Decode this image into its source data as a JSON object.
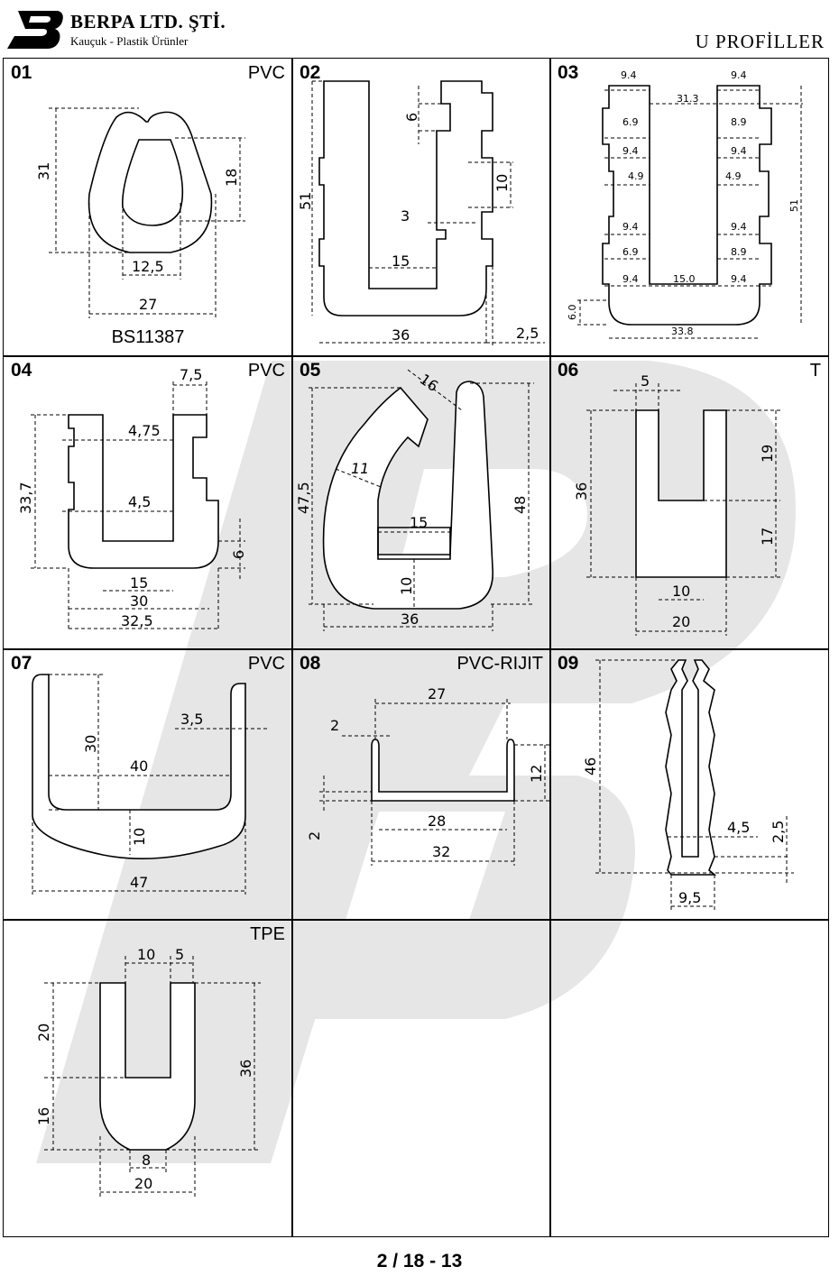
{
  "header": {
    "company": "BERPA LTD. ŞTİ.",
    "tagline": "Kauçuk - Plastik Ürünler",
    "title": "U PROFİLLER"
  },
  "profiles": [
    {
      "num": "01",
      "material": "PVC",
      "code": "BS11387",
      "dims": [
        "31",
        "18",
        "12,5",
        "27"
      ]
    },
    {
      "num": "02",
      "material": "",
      "dims": [
        "6",
        "10",
        "51",
        "3",
        "15",
        "36",
        "2,5"
      ]
    },
    {
      "num": "03",
      "material": "",
      "dims": [
        "9.4",
        "9.4",
        "31.3",
        "6.9",
        "8.9",
        "9.4",
        "9.4",
        "4.9",
        "4.9",
        "51",
        "9.4",
        "9.4",
        "6.9",
        "8.9",
        "9.4",
        "15.0",
        "9.4",
        "6.0",
        "33.8"
      ]
    },
    {
      "num": "04",
      "material": "PVC",
      "dims": [
        "7,5",
        "4,75",
        "33,7",
        "4,5",
        "6",
        "15",
        "30",
        "32,5"
      ]
    },
    {
      "num": "05",
      "material": "",
      "dims": [
        "16",
        "11",
        "47,5",
        "48",
        "15",
        "10",
        "36"
      ]
    },
    {
      "num": "06",
      "material": "T",
      "dims": [
        "5",
        "19",
        "36",
        "17",
        "10",
        "20"
      ]
    },
    {
      "num": "07",
      "material": "PVC",
      "dims": [
        "30",
        "3,5",
        "40",
        "10",
        "47"
      ]
    },
    {
      "num": "08",
      "material": "PVC-RIJIT",
      "dims": [
        "27",
        "2",
        "12",
        "2",
        "28",
        "32"
      ]
    },
    {
      "num": "09",
      "material": "",
      "dims": [
        "46",
        "4,5",
        "2,5",
        "9,5"
      ]
    },
    {
      "num": "",
      "material": "TPE",
      "dims": [
        "10",
        "5",
        "20",
        "36",
        "16",
        "8",
        "20"
      ]
    }
  ],
  "footer": {
    "page": "2 / 18 - 13"
  },
  "colors": {
    "line": "#000000",
    "watermark": "#e6e6e6"
  }
}
